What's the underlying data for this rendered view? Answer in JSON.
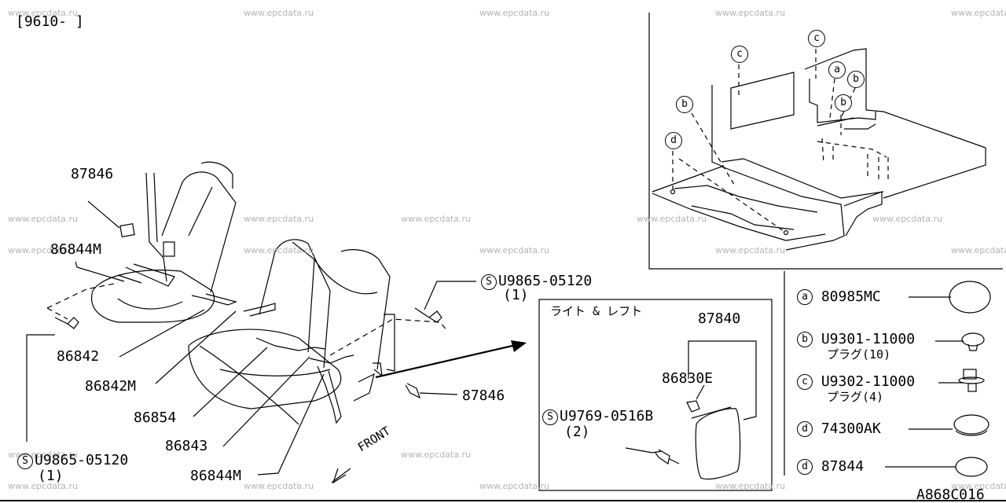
{
  "header": {
    "date_range": "[9610-   ]",
    "diagram_code": "A868C016"
  },
  "watermark": "www.epcdata.ru",
  "callouts": {
    "p87846_top": "87846",
    "p86844m_top": "86844M",
    "p86842": "86842",
    "p86842m": "86842M",
    "p86854": "86854",
    "p86843": "86843",
    "p86844m_bottom": "86844M",
    "p87846_right": "87846",
    "front": "FRONT"
  },
  "bolts": [
    {
      "mark": "S",
      "part": "U9865-05120",
      "qty": "(1)"
    },
    {
      "mark": "S",
      "part": "U9865-05120",
      "qty": "(1)"
    }
  ],
  "inset": {
    "title": "ライト & レフト",
    "p87840": "87840",
    "p86830e": "86830E",
    "bolt": {
      "mark": "S",
      "part": "U9769-0516B",
      "qty": "(2)"
    }
  },
  "floor_markers": [
    "c",
    "c",
    "a",
    "b",
    "b",
    "b",
    "d"
  ],
  "legend": [
    {
      "mark": "a",
      "part": "80985MC",
      "desc": ""
    },
    {
      "mark": "b",
      "part": "U9301-11000",
      "desc": "プラグ(10)"
    },
    {
      "mark": "c",
      "part": "U9302-11000",
      "desc": "プラグ(4)"
    },
    {
      "mark": "d",
      "part": "74300AK",
      "desc": ""
    },
    {
      "mark": "d",
      "part": "87844",
      "desc": ""
    }
  ]
}
